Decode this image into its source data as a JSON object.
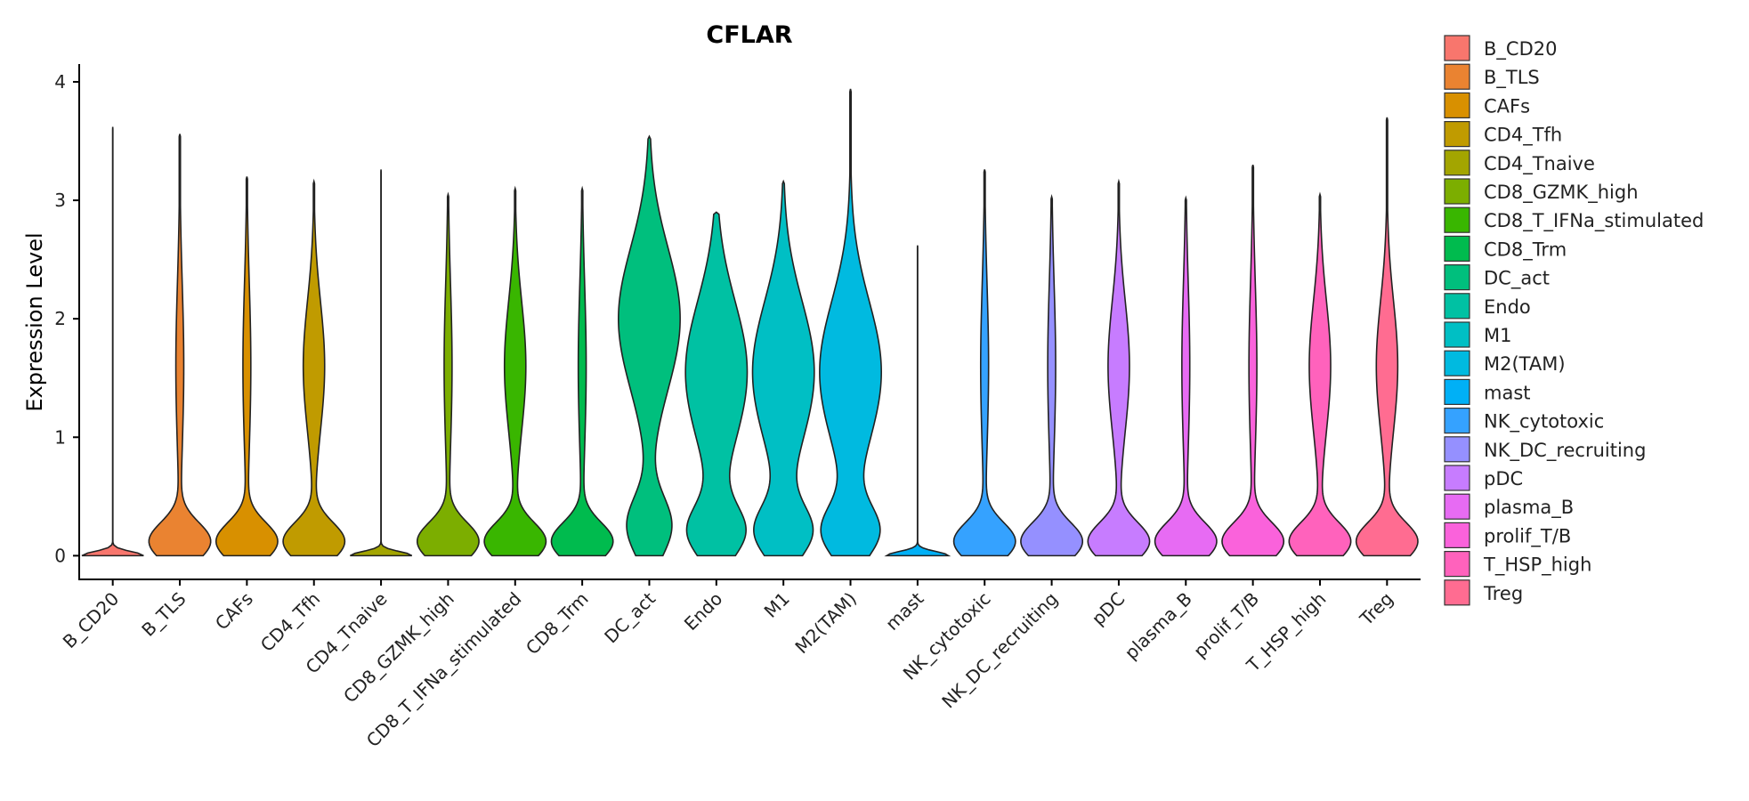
{
  "chart_data": {
    "type": "violin",
    "title": "CFLAR",
    "xlabel": "",
    "ylabel": "Expression Level",
    "ylim": [
      -0.2,
      4.15
    ],
    "yticks": [
      "0",
      "1",
      "2",
      "3",
      "4"
    ],
    "ytick_values": [
      0,
      1,
      2,
      3,
      4
    ],
    "grid": false,
    "legend_position": "right",
    "series": [
      {
        "name": "B_CD20",
        "color": "#F8766D",
        "max": 3.62,
        "shape": "flat"
      },
      {
        "name": "B_TLS",
        "color": "#EA8331",
        "max": 3.56,
        "shape": "base_tail"
      },
      {
        "name": "CAFs",
        "color": "#D89000",
        "max": 3.2,
        "shape": "base_tail"
      },
      {
        "name": "CD4_Tfh",
        "color": "#C09B00",
        "max": 3.16,
        "shape": "base_bulge"
      },
      {
        "name": "CD4_Tnaive",
        "color": "#A3A500",
        "max": 3.26,
        "shape": "flat"
      },
      {
        "name": "CD8_GZMK_high",
        "color": "#7CAE00",
        "max": 3.05,
        "shape": "base_tail"
      },
      {
        "name": "CD8_T_IFNa_stimulated",
        "color": "#39B600",
        "max": 3.1,
        "shape": "base_bulge"
      },
      {
        "name": "CD8_Trm",
        "color": "#00BB4E",
        "max": 3.1,
        "shape": "base_tail"
      },
      {
        "name": "DC_act",
        "color": "#00BF7D",
        "max": 3.54,
        "shape": "wide"
      },
      {
        "name": "Endo",
        "color": "#00C1A3",
        "max": 2.9,
        "shape": "medium"
      },
      {
        "name": "M1",
        "color": "#00BFC4",
        "max": 3.16,
        "shape": "medium"
      },
      {
        "name": "M2(TAM)",
        "color": "#00BAE0",
        "max": 3.94,
        "shape": "medium"
      },
      {
        "name": "mast",
        "color": "#00B0F6",
        "max": 2.62,
        "shape": "flat"
      },
      {
        "name": "NK_cytotoxic",
        "color": "#35A2FF",
        "max": 3.26,
        "shape": "base_tail"
      },
      {
        "name": "NK_DC_recruiting",
        "color": "#9590FF",
        "max": 3.03,
        "shape": "base_tail"
      },
      {
        "name": "pDC",
        "color": "#C77CFF",
        "max": 3.16,
        "shape": "base_bulge"
      },
      {
        "name": "plasma_B",
        "color": "#E76BF3",
        "max": 3.02,
        "shape": "base_tail"
      },
      {
        "name": "prolif_T/B",
        "color": "#FA62DB",
        "max": 3.3,
        "shape": "base_tail"
      },
      {
        "name": "T_HSP_high",
        "color": "#FF62BC",
        "max": 3.05,
        "shape": "base_bulge"
      },
      {
        "name": "Treg",
        "color": "#FF6C91",
        "max": 3.7,
        "shape": "base_bulge"
      }
    ]
  }
}
